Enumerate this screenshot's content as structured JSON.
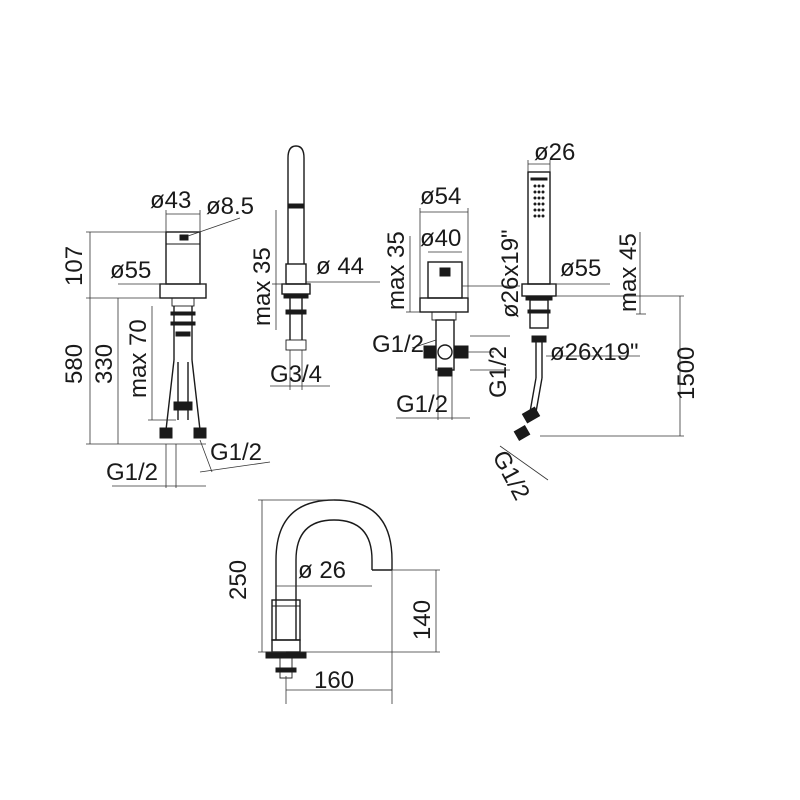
{
  "labels": {
    "mixer_top_dia": "ø43",
    "mixer_knob_dia": "ø8.5",
    "mixer_height": "107",
    "mixer_base_dia": "ø55",
    "mixer_total": "580",
    "mixer_tail": "330",
    "mixer_max70": "max 70",
    "mixer_g12_left": "G1/2",
    "mixer_g12_right": "G1/2",
    "spout_max35": "max 35",
    "spout_dia44": "ø 44",
    "spout_g34": "G3/4",
    "div_dia54": "ø54",
    "div_dia40": "ø40",
    "div_max35": "max 35",
    "div_rect": "ø26x19\"",
    "div_g12_side": "G1/2",
    "div_g12_right": "G1/2",
    "div_g12_bottom": "G1/2",
    "shower_dia26": "ø26",
    "shower_dia55": "ø55",
    "shower_max45": "max 45",
    "shower_rect": "ø26x19\"",
    "shower_hose": "1500",
    "shower_g12": "G1/2",
    "bottom_250": "250",
    "bottom_dia26": "ø 26",
    "bottom_140": "140",
    "bottom_160": "160"
  }
}
